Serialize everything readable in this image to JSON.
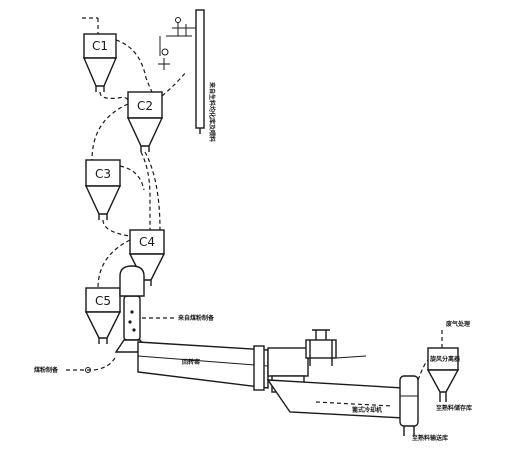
{
  "cyclones": {
    "c1": "C1",
    "c2": "C2",
    "c3": "C3",
    "c4": "C4",
    "c5": "C5"
  },
  "annotations": {
    "raw_feed": "来自生料均化库及喂料",
    "coal_burner": "来自煤粉制备",
    "coal_inlet": "煤粉制备",
    "kiln": "回转窑",
    "cooler": "篦式冷却机",
    "exhaust": "废气处理",
    "separator": "旋风分离器",
    "clinker_store": "至熟料储存库",
    "clinker_conveyor": "至熟料输送库"
  }
}
